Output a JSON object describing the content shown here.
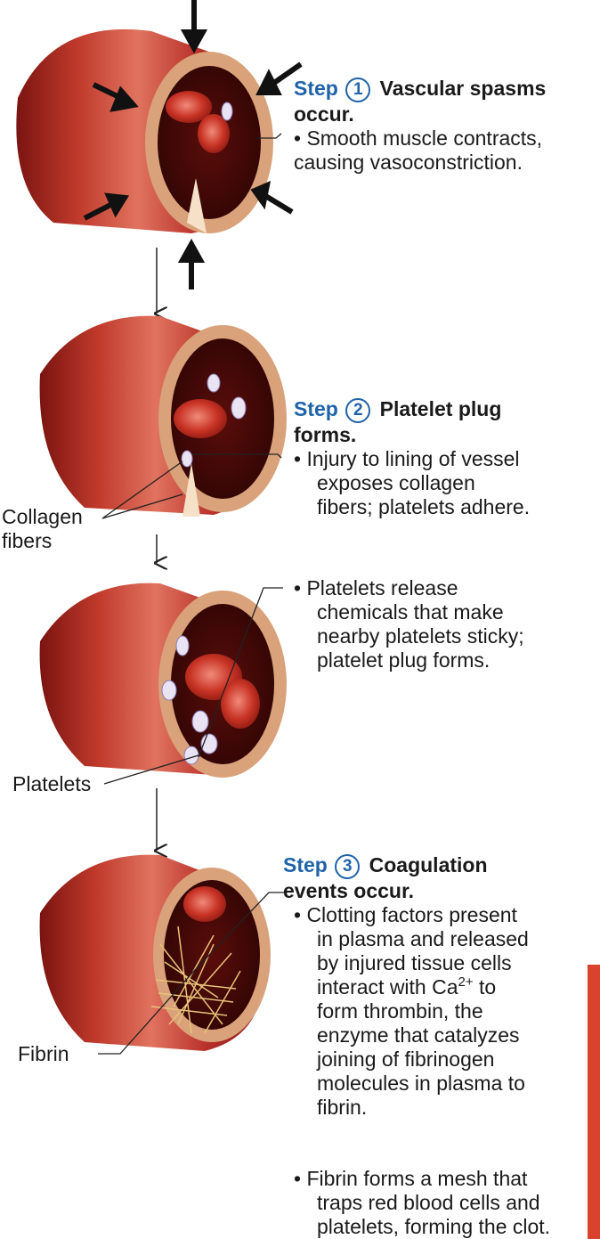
{
  "step1": {
    "word": "Step",
    "number": "1",
    "title_a": "Vascular spasms",
    "title_b": "occur.",
    "bullet_l1": "• Smooth muscle contracts,",
    "bullet_l2": "causing vasoconstriction."
  },
  "step2": {
    "word": "Step",
    "number": "2",
    "title_a": "Platelet plug",
    "title_b": "forms.",
    "bullet1_l1": "• Injury to lining of vessel",
    "bullet1_l2": "exposes collagen",
    "bullet1_l3": "fibers; platelets adhere.",
    "bullet2_l1": "• Platelets release",
    "bullet2_l2": "chemicals that make",
    "bullet2_l3": "nearby platelets sticky;",
    "bullet2_l4": "platelet plug forms."
  },
  "step3": {
    "word": "Step",
    "number": "3",
    "title_a": "Coagulation",
    "title_b": "events occur.",
    "bullet1_l1": "• Clotting factors present",
    "bullet1_l2": "in plasma and released",
    "bullet1_l3": "by injured tissue cells",
    "bullet1_l4a": "interact with Ca",
    "bullet1_sup": "2+",
    "bullet1_l4b": " to",
    "bullet1_l5": "form thrombin, the",
    "bullet1_l6": "enzyme that catalyzes",
    "bullet1_l7": "joining of fibrinogen",
    "bullet1_l8": "molecules in plasma to",
    "bullet1_l9": "fibrin.",
    "bullet2_l1": "• Fibrin forms a mesh that",
    "bullet2_l2": "traps red blood cells and",
    "bullet2_l3": "platelets, forming the clot."
  },
  "labels": {
    "collagen_1": "Collagen",
    "collagen_2": "fibers",
    "platelets": "Platelets",
    "fibrin": "Fibrin"
  },
  "colors": {
    "vessel": "#c0392b",
    "step_blue": "#1f63a8",
    "side_tab": "#d9432d"
  }
}
